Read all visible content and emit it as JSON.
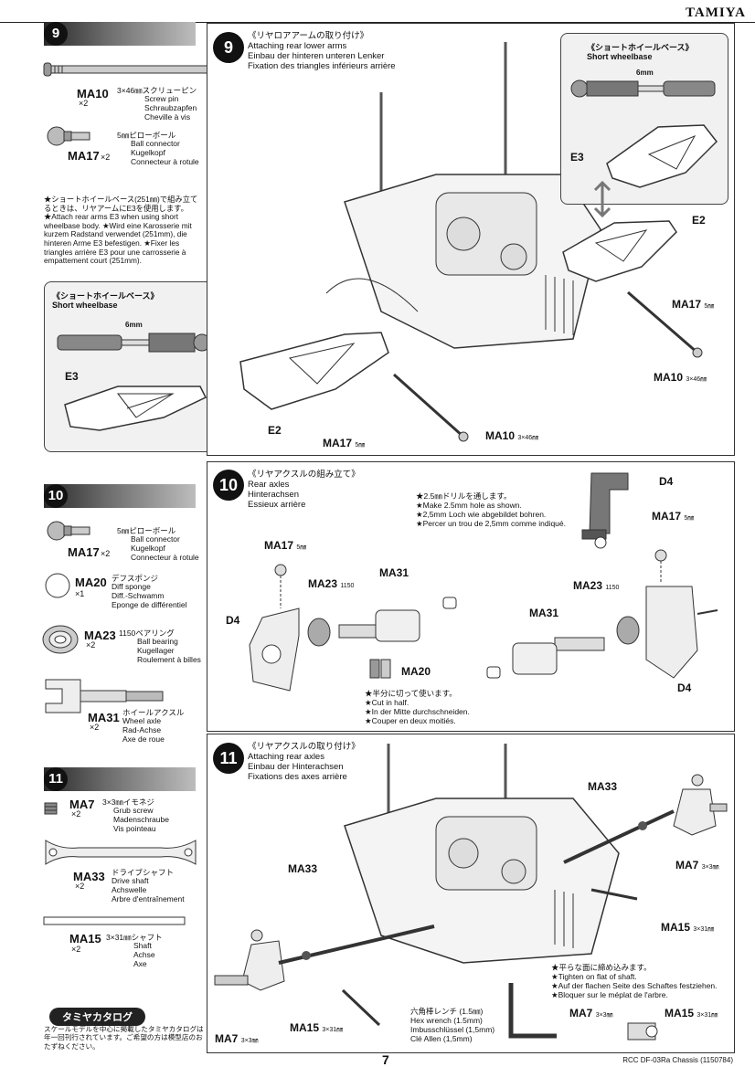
{
  "brand": "TAMIYA",
  "page_number": "7",
  "footer": "RCC DF-03Ra Chassis (1150784)",
  "catalog": {
    "title": "タミヤカタログ",
    "text": "スケールモデルを中心に掲載したタミヤカタログは年一回刊行されています。ご希望の方は模型店のおたずねください。"
  },
  "steps": {
    "s9": {
      "number": "9",
      "title_jp": "《リヤロアアームの取り付け》",
      "title_en": "Attaching rear lower arms",
      "title_de": "Einbau der hinteren unteren Lenker",
      "title_fr": "Fixation des triangles inférieurs arrière",
      "parts": [
        {
          "code": "MA10",
          "qty": "×2",
          "jp": "3×46㎜スクリューピン",
          "names": [
            "Screw pin",
            "Schraubzapfen",
            "Cheville à vis"
          ]
        },
        {
          "code": "MA17",
          "qty": "×2",
          "jp": "5㎜ピローボール",
          "names": [
            "Ball connector",
            "Kugelkopf",
            "Connecteur à rotule"
          ]
        }
      ],
      "note": "★ショートホイールベース(251㎜)で組み立てるときは、リヤアームにE3を使用します。★Attach rear arms E3 when using short wheelbase body. ★Wird eine Karosserie mit kurzem Radstand verwendet (251mm), die hinteren Arme E3 befestigen. ★Fixer les triangles arrière E3 pour une carrosserie à empattement court (251mm).",
      "inset_title_jp": "《ショートホイールベース》",
      "inset_title_en": "Short wheelbase",
      "inset_dim": "6mm",
      "labels": {
        "e2": "E2",
        "e3": "E3",
        "ma17": "MA17",
        "ma17_size": "5㎜",
        "ma10": "MA10",
        "ma10_size": "3×46㎜"
      }
    },
    "s10": {
      "number": "10",
      "title_jp": "《リヤアクスルの組み立て》",
      "title_en": "Rear axles",
      "title_de": "Hinterachsen",
      "title_fr": "Essieux arrière",
      "parts": [
        {
          "code": "MA17",
          "qty": "×2",
          "jp": "5㎜ピローボール",
          "names": [
            "Ball connector",
            "Kugelkopf",
            "Connecteur à rotule"
          ]
        },
        {
          "code": "MA20",
          "qty": "×1",
          "jp": "デフスポンジ",
          "names": [
            "Diff sponge",
            "Diff.-Schwamm",
            "Eponge de différentiel"
          ]
        },
        {
          "code": "MA23",
          "qty": "×2",
          "jp": "1150ベアリング",
          "names": [
            "Ball bearing",
            "Kugellager",
            "Roulement à billes"
          ]
        },
        {
          "code": "MA31",
          "qty": "×2",
          "jp": "ホイールアクスル",
          "names": [
            "Wheel axle",
            "Rad-Achse",
            "Axe de roue"
          ]
        }
      ],
      "drill_note": [
        "★2.5㎜ドリルを通します。",
        "★Make 2.5mm hole as shown.",
        "★2,5mm Loch wie abgebildet bohren.",
        "★Percer un trou de 2,5mm comme indiqué."
      ],
      "cut_note": [
        "★半分に切って使います。",
        "★Cut in half.",
        "★In der Mitte durchschneiden.",
        "★Couper en deux moitiés."
      ],
      "labels": {
        "d4": "D4",
        "ma17": "MA17",
        "ma17_size": "5㎜",
        "ma23": "MA23",
        "ma23_size": "1150",
        "ma31": "MA31",
        "ma20": "MA20"
      }
    },
    "s11": {
      "number": "11",
      "title_jp": "《リヤアクスルの取り付け》",
      "title_en": "Attaching rear axles",
      "title_de": "Einbau der Hinterachsen",
      "title_fr": "Fixations des axes arrière",
      "parts": [
        {
          "code": "MA7",
          "qty": "×2",
          "jp": "3×3㎜イモネジ",
          "names": [
            "Grub screw",
            "Madenschraube",
            "Vis pointeau"
          ]
        },
        {
          "code": "MA33",
          "qty": "×2",
          "jp": "ドライブシャフト",
          "names": [
            "Drive shaft",
            "Achswelle",
            "Arbre d'entraînement"
          ]
        },
        {
          "code": "MA15",
          "qty": "×2",
          "jp": "3×31㎜シャフト",
          "names": [
            "Shaft",
            "Achse",
            "Axe"
          ]
        }
      ],
      "flat_note": [
        "★平らな面に締め込みます。",
        "★Tighten on flat of shaft.",
        "★Auf der flachen Seite des Schaftes festziehen.",
        "★Bloquer sur le méplat de l'arbre."
      ],
      "wrench": [
        "六角棒レンチ (1.5㎜)",
        "Hex wrench (1.5mm)",
        "Imbusschlüssel (1,5mm)",
        "Clé Allen (1,5mm)"
      ],
      "labels": {
        "ma33": "MA33",
        "ma7": "MA7",
        "ma7_size": "3×3㎜",
        "ma15": "MA15",
        "ma15_size": "3×31㎜"
      }
    }
  }
}
